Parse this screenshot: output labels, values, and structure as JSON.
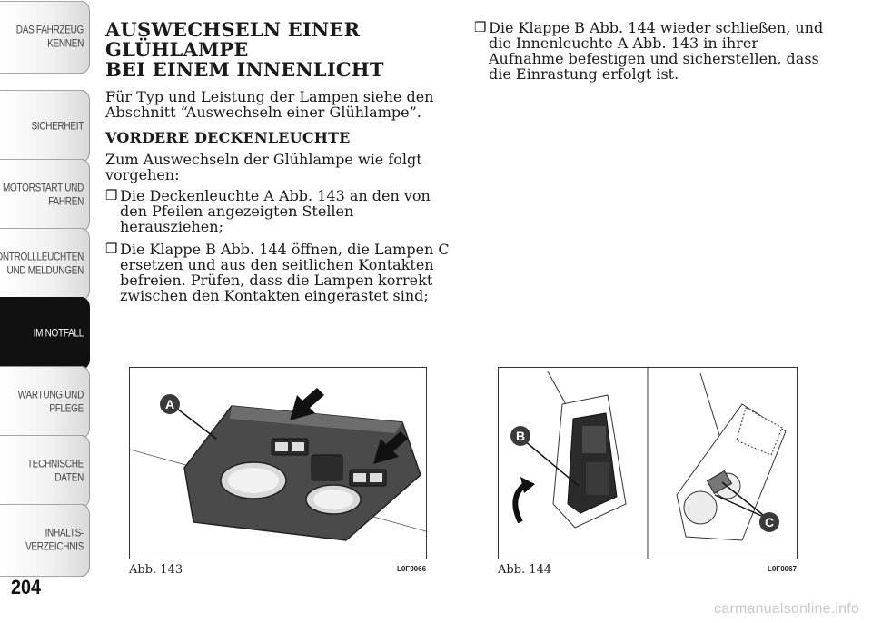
{
  "sidebar": {
    "tabs": [
      {
        "line1": "DAS FAHRZEUG",
        "line2": "KENNEN",
        "active": false
      },
      {
        "line1": "SICHERHEIT",
        "line2": "",
        "active": false
      },
      {
        "line1": "MOTORSTART UND",
        "line2": "FAHREN",
        "active": false
      },
      {
        "line1": "KONTROLLLEUCHTEN",
        "line2": "UND MELDUNGEN",
        "active": false
      },
      {
        "line1": "IM NOTFALL",
        "line2": "",
        "active": true
      },
      {
        "line1": "WARTUNG UND",
        "line2": "PFLEGE",
        "active": false
      },
      {
        "line1": "TECHNISCHE",
        "line2": "DATEN",
        "active": false
      },
      {
        "line1": "INHALTS-",
        "line2": "VERZEICHNIS",
        "active": false
      }
    ]
  },
  "page_number": "204",
  "content": {
    "title_line1": "AUSWECHSELN EINER GLÜHLAMPE",
    "title_line2": "BEI EINEM INNENLICHT",
    "intro": "Für Typ und Leistung der Lampen siehe den Abschnitt “Auswechseln einer Glühlampe”.",
    "subheading": "VORDERE DECKENLEUCHTE",
    "lead": "Zum Auswechseln der Glühlampe wie folgt vorgehen:",
    "steps": [
      "Die Deckenleuchte A Abb. 143 an den von den Pfeilen angezeigten Stellen herausziehen;",
      "Die Klappe B Abb. 144 öffnen, die Lampen C ersetzen und aus den seitlichen Kontakten befreien. Prüfen, dass die Lampen korrekt zwischen den Kontakten eingerastet sind;",
      "Die Klappe B Abb. 144 wieder schließen, und die Innenleuchte A Abb. 143 in ihrer Aufnahme befestigen und sicherstellen, dass die Einrastung erfolgt ist."
    ],
    "checkbox_glyph": "❒"
  },
  "figures": {
    "fig143": {
      "caption": "Abb. 143",
      "code": "L0F0066",
      "label_a": "A"
    },
    "fig144": {
      "caption": "Abb. 144",
      "code": "L0F0067",
      "label_b": "B",
      "label_c": "C"
    }
  },
  "watermark": "carmanualsonline.info",
  "colors": {
    "badge": "#3a3a3a",
    "lamp_body": "#4a4a4a",
    "active_tab": "#111111"
  }
}
